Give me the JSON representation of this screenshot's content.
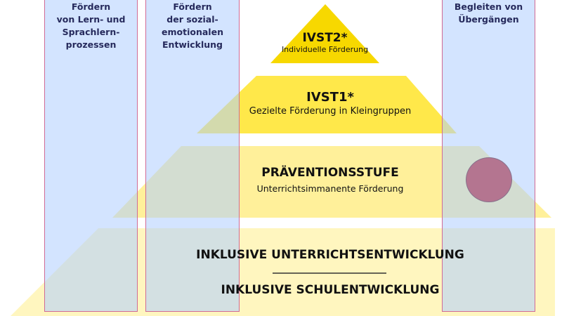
{
  "columns": [
    {
      "label": "Fördern\nvon Lern- und\nSprachlern-\nprozessen"
    },
    {
      "label": "Fördern\nder sozial-\nemotionalen\nEntwicklung"
    },
    {
      "label": "Begleiten von\nÜbergängen"
    }
  ],
  "levels": {
    "ivst2": {
      "title": "IVST2*",
      "subtitle": "Individuelle Förderung"
    },
    "ivst1": {
      "title": "IVST1*",
      "subtitle": "Gezielte Förderung in Kleingruppen"
    },
    "praevention": {
      "title": "PRÄVENTIONSSTUFE",
      "subtitle": "Unterrichtsimmanente Förderung"
    },
    "base": {
      "title1": "INKLUSIVE UNTERRICHTSENTWICKLUNG",
      "title2": "INKLUSIVE SCHULENTWICKLUNG"
    }
  },
  "colors": {
    "ivst2": "#f7d800",
    "ivst1": "#ffe84a",
    "praevention": "#fff09a",
    "base": "#fff6bf",
    "marker": "#bb0a0a"
  }
}
